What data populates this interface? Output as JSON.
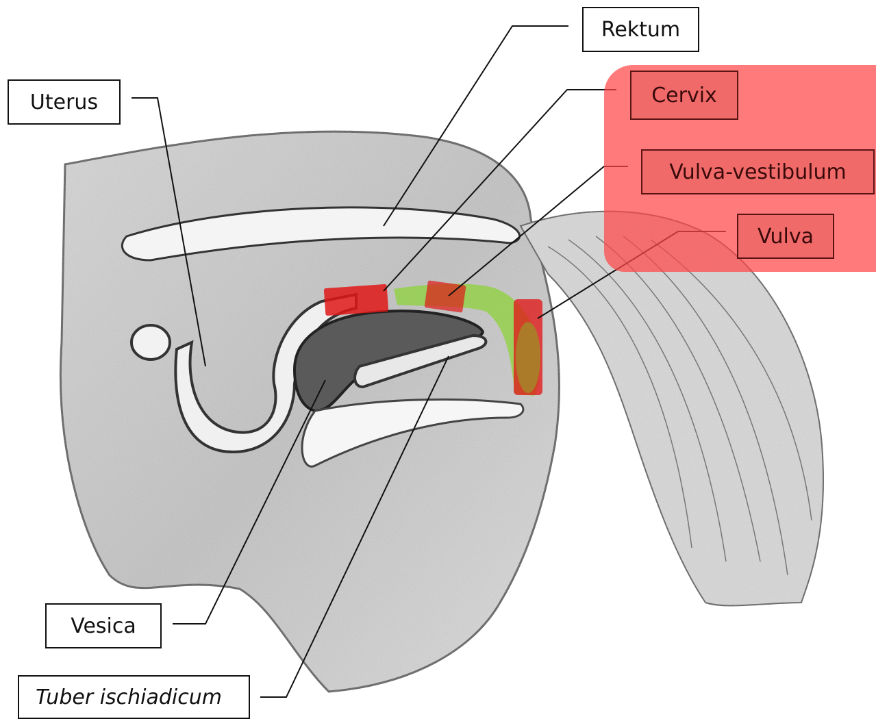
{
  "colors": {
    "highlight": "#ff4646",
    "segment_red": "#e01818",
    "segment_green": "#8ed13a",
    "segment_overlap": "#a6862a",
    "line": "#111111"
  },
  "labels": {
    "rektum": "Rektum",
    "uterus": "Uterus",
    "cervix": "Cervix",
    "vulva_vestibulum": "Vulva-vestibulum",
    "vulva": "Vulva",
    "vesica": "Vesica",
    "tuber_ischiadicum": "Tuber ischiadicum"
  }
}
